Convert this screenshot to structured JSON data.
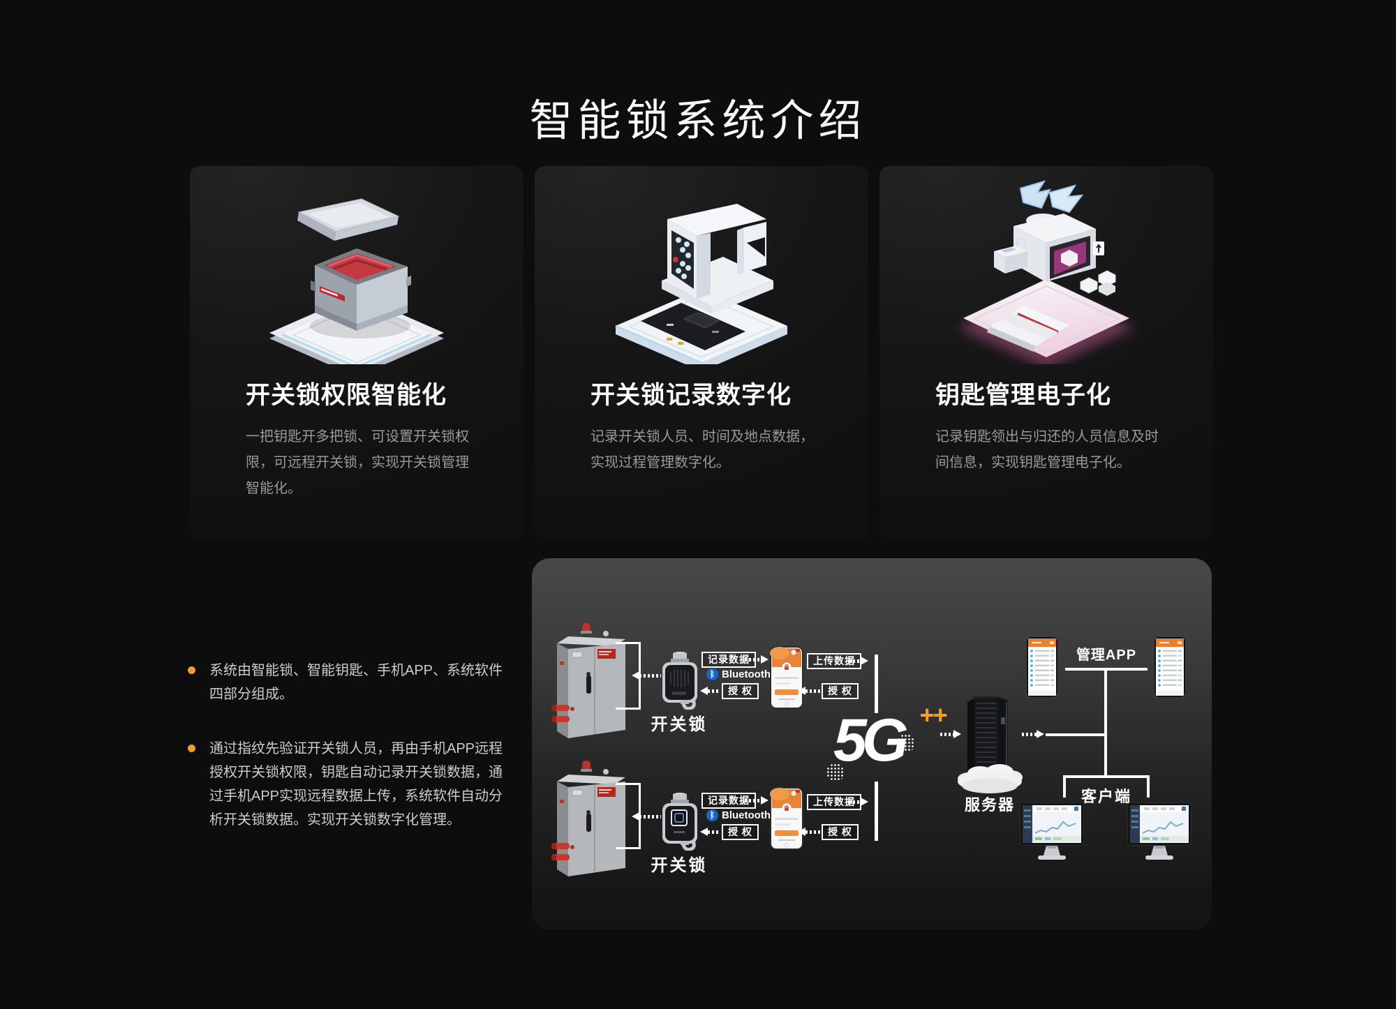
{
  "page": {
    "title": "智能锁系统介绍",
    "background": "#0d0d0d"
  },
  "colors": {
    "accent_orange": "#f5a11d",
    "bullet_orange": "#f39b2d",
    "bluetooth_blue": "#1865c8",
    "panel_gradient_top": "#484848",
    "panel_gradient_bottom": "#141414"
  },
  "cards": [
    {
      "title": "开关锁权限智能化",
      "description": "一把钥匙开多把锁、可设置开关锁权限，可远程开关锁，实现开关锁管理智能化。"
    },
    {
      "title": "开关锁记录数字化",
      "description": "记录开关锁人员、时间及地点数据，实现过程管理数字化。"
    },
    {
      "title": "钥匙管理电子化",
      "description": "记录钥匙领出与归还的人员信息及时间信息，实现钥匙管理电子化。"
    }
  ],
  "notes": [
    "系统由智能锁、智能钥匙、手机APP、系统软件四部分组成。",
    "通过指纹先验证开关锁人员，再由手机APP远程授权开关锁权限，钥匙自动记录开关锁数据，通过手机APP实现远程数据上传，系统软件自动分析开关锁数据。实现开关锁数字化管理。"
  ],
  "diagram": {
    "rows": [
      {
        "lock": "开关锁",
        "record": "记录数据",
        "bluetooth": "Bluetooth",
        "auth": "授 权",
        "upload": "上传数据",
        "auth2": "授 权"
      },
      {
        "lock": "开关锁",
        "record": "记录数据",
        "bluetooth": "Bluetooth",
        "auth": "授 权",
        "upload": "上传数据",
        "auth2": "授 权"
      }
    ],
    "bluetooth_icon": "ᛒ",
    "network": {
      "name": "5G",
      "plus": "++"
    },
    "server_label": "服务器",
    "management_app_label": "管理APP",
    "client_label": "客户端"
  }
}
